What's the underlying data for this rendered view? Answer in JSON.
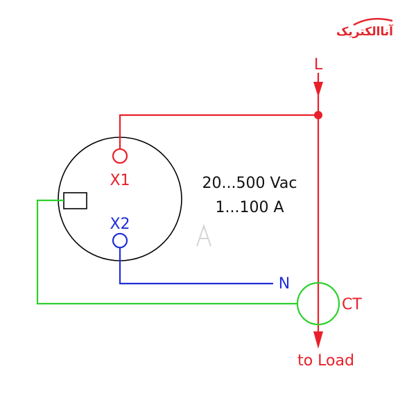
{
  "logo": {
    "text": "آناالکتریک",
    "color": "#e3262b"
  },
  "labels": {
    "line": "L",
    "neutral": "N",
    "terminal_1": "X1",
    "terminal_2": "X2",
    "voltage_range": "20...500 Vac",
    "current_range": "1...100 A",
    "current_transformer": "CT",
    "load": "to Load"
  },
  "colors": {
    "line_wire": "#e8202a",
    "neutral_wire": "#1f2fd6",
    "ct_wire": "#2fd02f",
    "outline": "#000000",
    "text": "#111111"
  }
}
